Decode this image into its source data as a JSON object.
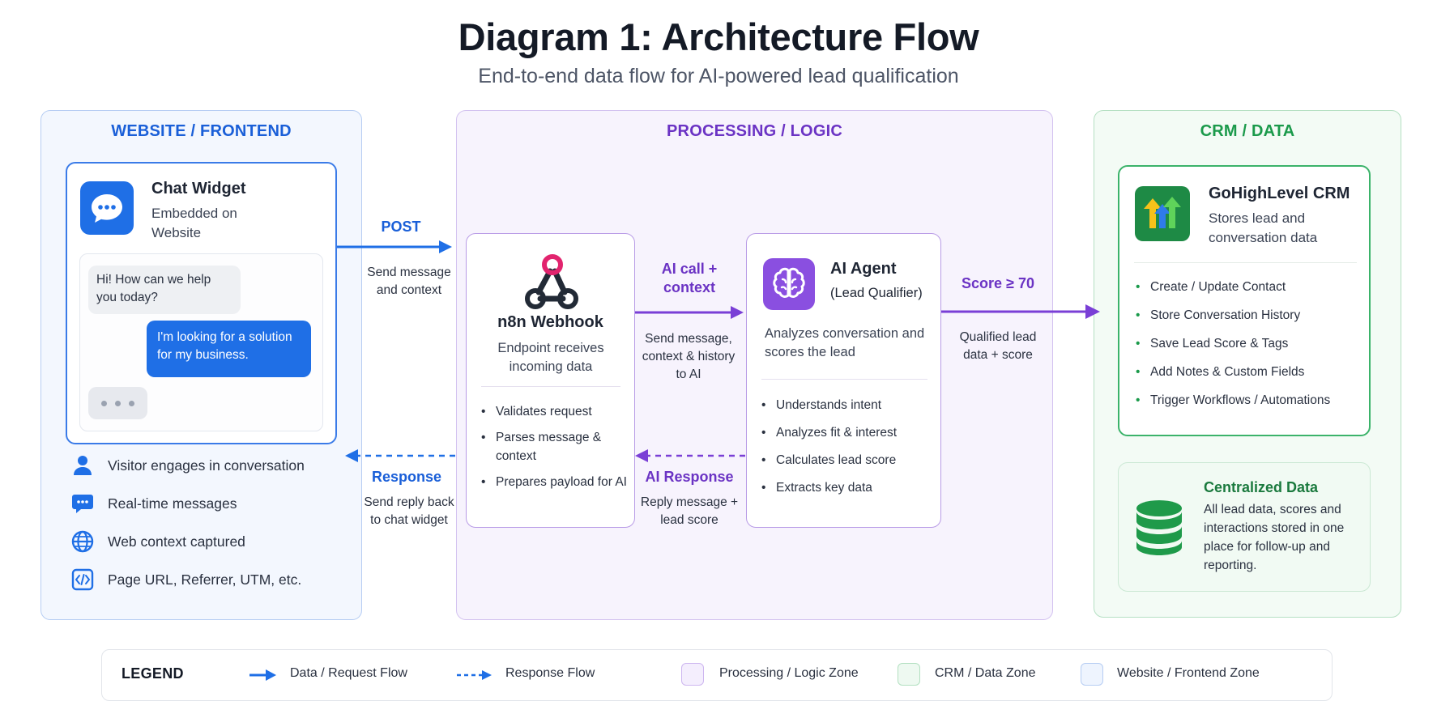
{
  "title": "Diagram 1: Architecture Flow",
  "subtitle": "End-to-end data flow for AI-powered lead qualification",
  "zones": {
    "frontend": "WEBSITE / FRONTEND",
    "processing": "PROCESSING / LOGIC",
    "crm": "CRM / DATA"
  },
  "chat_widget": {
    "title": "Chat Widget",
    "subtitle": "Embedded on Website",
    "bubble_in": "Hi! How can we help you today?",
    "bubble_out": "I'm looking for a solution for my business.",
    "icon": "chat-bubble-icon"
  },
  "frontend_features": [
    {
      "label": "Visitor engages in conversation",
      "icon": "user-icon"
    },
    {
      "label": "Real-time messages",
      "icon": "message-icon"
    },
    {
      "label": "Web context captured",
      "icon": "globe-icon"
    },
    {
      "label": "Page URL, Referrer, UTM, etc.",
      "icon": "code-icon"
    }
  ],
  "webhook": {
    "title": "n8n Webhook",
    "subtitle": "Endpoint receives incoming data",
    "items": [
      "Validates request",
      "Parses message & context",
      "Prepares payload for AI"
    ],
    "icon": "webhook-icon"
  },
  "agent": {
    "title": "AI Agent",
    "subtitle": "(Lead Qualifier)",
    "description": "Analyzes conversation and scores the lead",
    "items": [
      "Understands intent",
      "Analyzes fit & interest",
      "Calculates lead score",
      "Extracts key data"
    ],
    "icon": "brain-icon"
  },
  "crm": {
    "title": "GoHighLevel CRM",
    "subtitle": "Stores lead and conversation data",
    "items": [
      "Create / Update Contact",
      "Store Conversation History",
      "Save Lead Score & Tags",
      "Add Notes & Custom Fields",
      "Trigger Workflows / Automations"
    ],
    "icon": "gohighlevel-logo-icon"
  },
  "central": {
    "title": "Centralized Data",
    "description": "All lead data, scores and interactions stored in one place for follow-up and reporting.",
    "icon": "database-icon"
  },
  "flows": {
    "post": {
      "label": "POST",
      "note": "Send message and context"
    },
    "response": {
      "label": "Response",
      "note": "Send reply back to chat widget"
    },
    "ai_call": {
      "label": "AI call + context",
      "note": "Send message, context & history to AI"
    },
    "ai_response": {
      "label": "AI Response",
      "note": "Reply message + lead score"
    },
    "score": {
      "label": "Score ≥ 70",
      "note": "Qualified lead data + score"
    }
  },
  "legend": {
    "title": "LEGEND",
    "request_flow": "Data / Request Flow",
    "response_flow": "Response Flow",
    "processing_zone": "Processing / Logic Zone",
    "crm_zone": "CRM / Data Zone",
    "frontend_zone": "Website / Frontend Zone"
  },
  "colors": {
    "blue": "#1f6fe6",
    "purple": "#7a3fd6",
    "green": "#1b9a4b"
  }
}
